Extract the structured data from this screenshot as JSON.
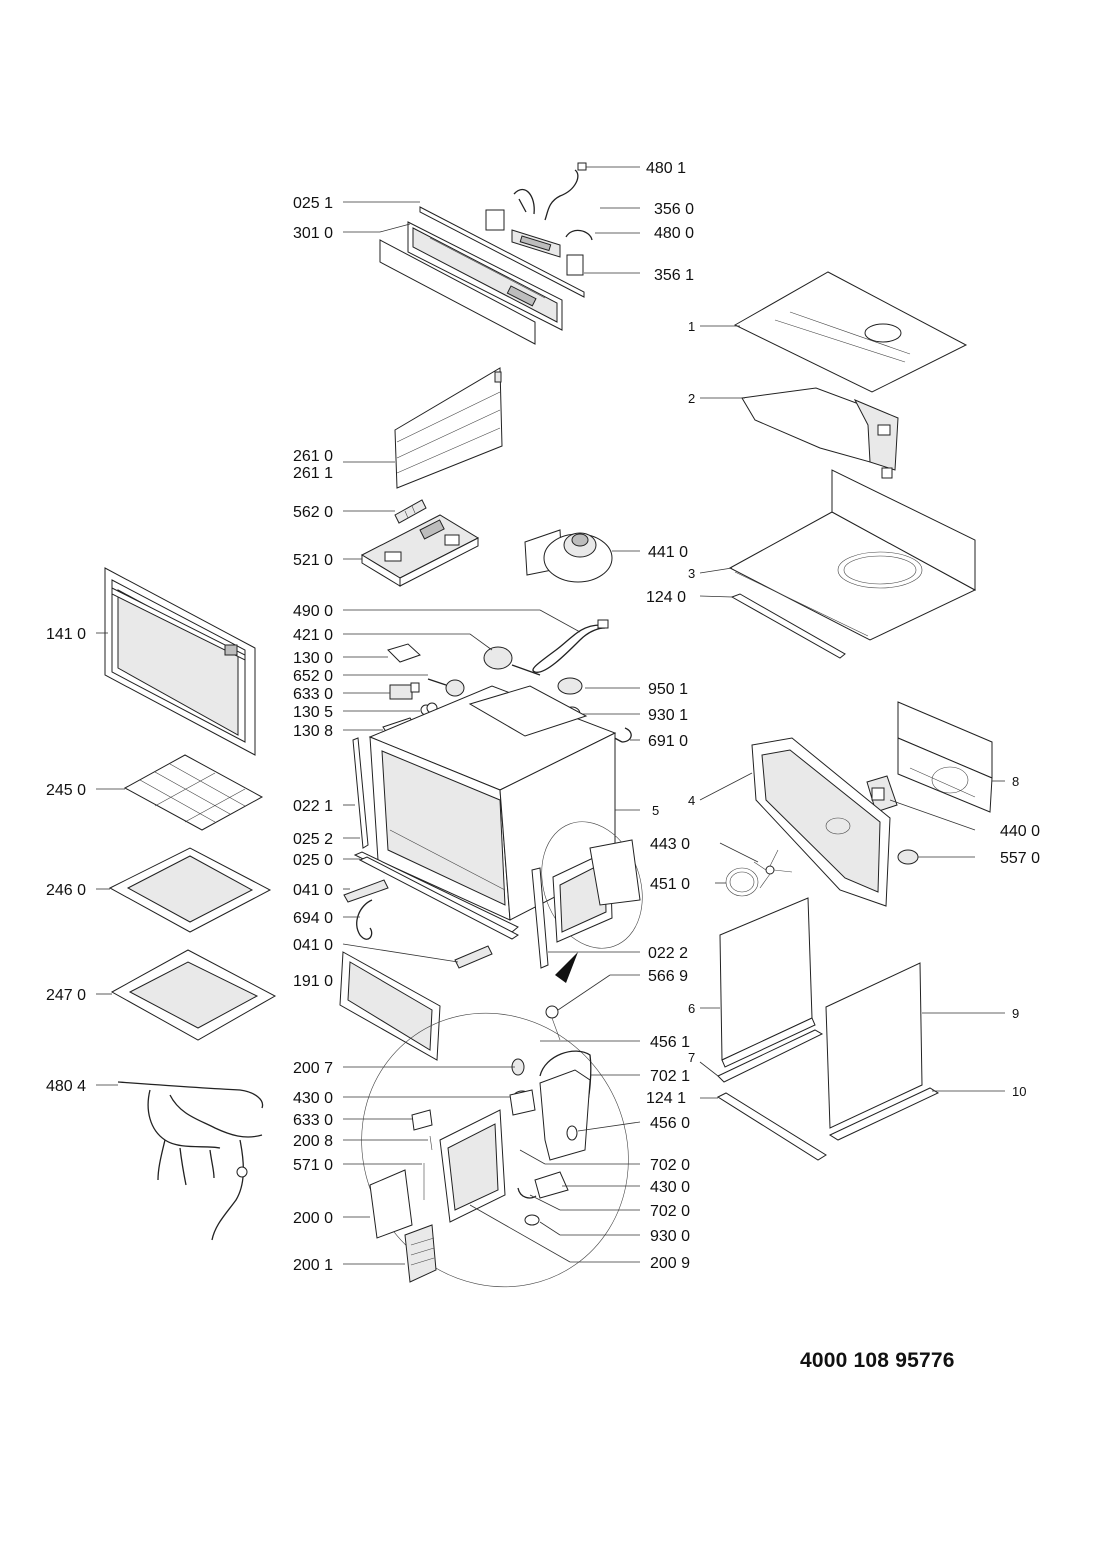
{
  "document_code": "4000 108 95776",
  "labels": {
    "l4801": "480 1",
    "l0251": "025 1",
    "l3560": "356 0",
    "l3010": "301 0",
    "l4800": "480 0",
    "l3561": "356 1",
    "l1": "1",
    "l2": "2",
    "l2610": "261 0",
    "l2611": "261 1",
    "l5620": "562 0",
    "l5210": "521 0",
    "l4410": "441 0",
    "l3": "3",
    "l1240": "124 0",
    "l1410": "141 0",
    "l4900": "490 0",
    "l4210": "421 0",
    "l1300": "130 0",
    "l6520": "652 0",
    "l6330": "633 0",
    "l1305": "130 5",
    "l1308": "130 8",
    "l9501": "950 1",
    "l9301": "930 1",
    "l6910": "691 0",
    "l2450": "245 0",
    "l0221": "022 1",
    "l5": "5",
    "l8": "8",
    "l4": "4",
    "l0252": "025 2",
    "l0250": "025 0",
    "l4430": "443 0",
    "l4400": "440 0",
    "l5570": "557 0",
    "l2460": "246 0",
    "l0410": "041 0",
    "l4510": "451 0",
    "l6940": "694 0",
    "l0410b": "041 0",
    "l0222": "022 2",
    "l2470": "247 0",
    "l1910": "191 0",
    "l5669": "566 9",
    "l6": "6",
    "l9": "9",
    "l4561": "456 1",
    "l2007": "200 7",
    "l7021": "702 1",
    "l7": "7",
    "l4804": "480 4",
    "l4300": "430 0",
    "l1241": "124 1",
    "l10": "10",
    "l6330b": "633 0",
    "l4560": "456 0",
    "l2008": "200 8",
    "l5710": "571 0",
    "l7020": "702 0",
    "l4300b": "430 0",
    "l2000": "200 0",
    "l7020b": "702 0",
    "l9300": "930 0",
    "l2001": "200 1",
    "l2009": "200 9"
  }
}
